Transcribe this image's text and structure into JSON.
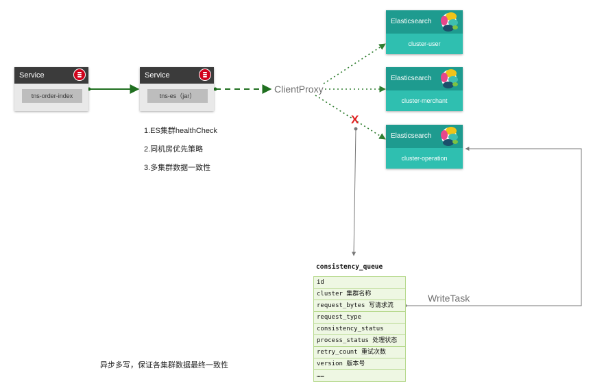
{
  "services": [
    {
      "header": "Service",
      "body": "tns-order-index"
    },
    {
      "header": "Service",
      "body": "tns-es（jar）"
    }
  ],
  "client_proxy": "ClientProxy",
  "features": [
    "1.ES集群healthCheck",
    "2.同机房优先策略",
    "3.多集群数据一致性"
  ],
  "clusters": [
    {
      "header": "Elasticsearch",
      "body": "cluster-user"
    },
    {
      "header": "Elasticsearch",
      "body": "cluster-merchant"
    },
    {
      "header": "Elasticsearch",
      "body": "cluster-operation"
    }
  ],
  "failure_mark": "X",
  "queue": {
    "title": "consistency_queue",
    "fields": [
      "id",
      "cluster 集群名称",
      "request_bytes 写请求流",
      "request_type",
      "consistency_status",
      "process_status 处理状态",
      "retry_count 重试次数",
      "version 版本号",
      "……"
    ]
  },
  "write_task": "WriteTask",
  "bottom_note": "异步多写，保证各集群数据最终一致性",
  "colors": {
    "service_header": "#3b3b3b",
    "db_icon": "#d0021b",
    "es_header": "#1e9b8f",
    "es_body": "#2fbfb0",
    "arrow_green": "#1f6f1f",
    "queue_border": "#b7d98f",
    "queue_fill": "#eef7e3",
    "failure": "#e02020"
  }
}
